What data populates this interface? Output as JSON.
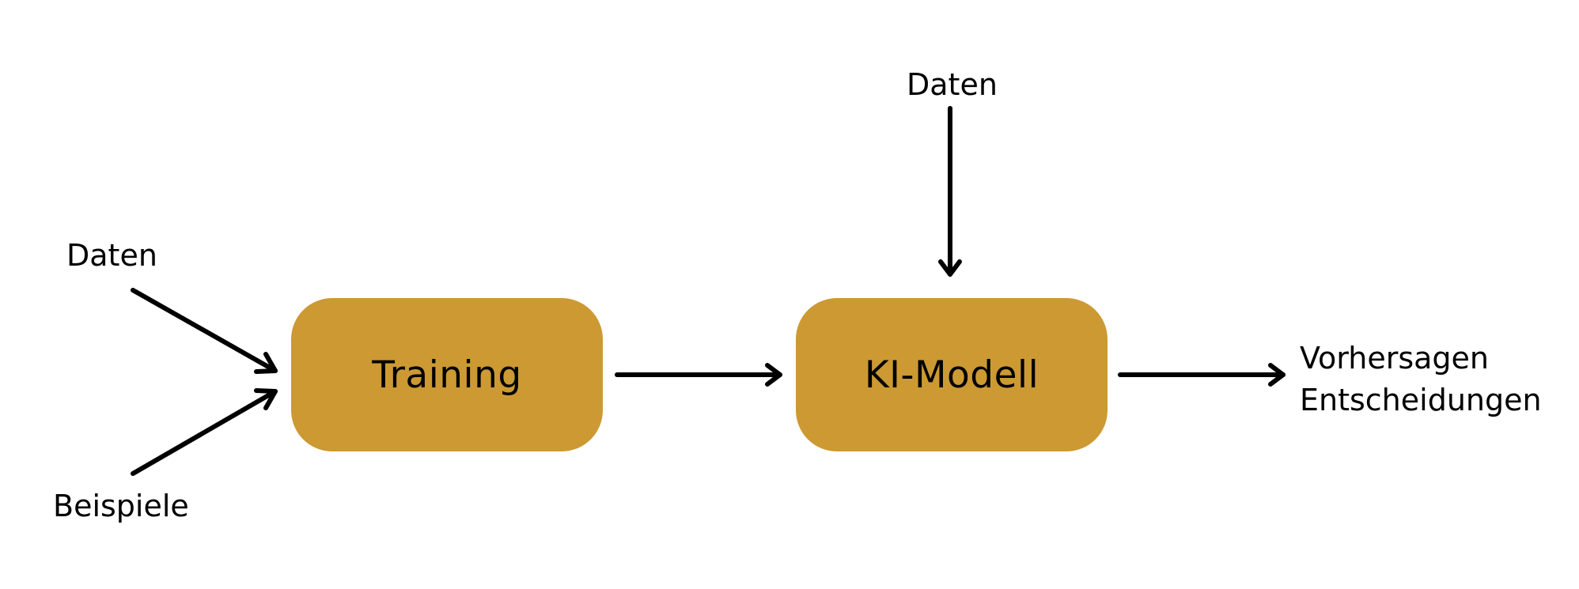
{
  "colors": {
    "box_fill": "#cc9933",
    "arrow": "#000000",
    "text": "#000000",
    "background": "#ffffff"
  },
  "nodes": {
    "training": {
      "label": "Training"
    },
    "model": {
      "label": "KI-Modell"
    }
  },
  "inputs": {
    "left_data": "Daten",
    "left_examples": "Beispiele",
    "top_data": "Daten"
  },
  "output": {
    "line1": "Vorhersagen",
    "line2": "Entscheidungen"
  }
}
